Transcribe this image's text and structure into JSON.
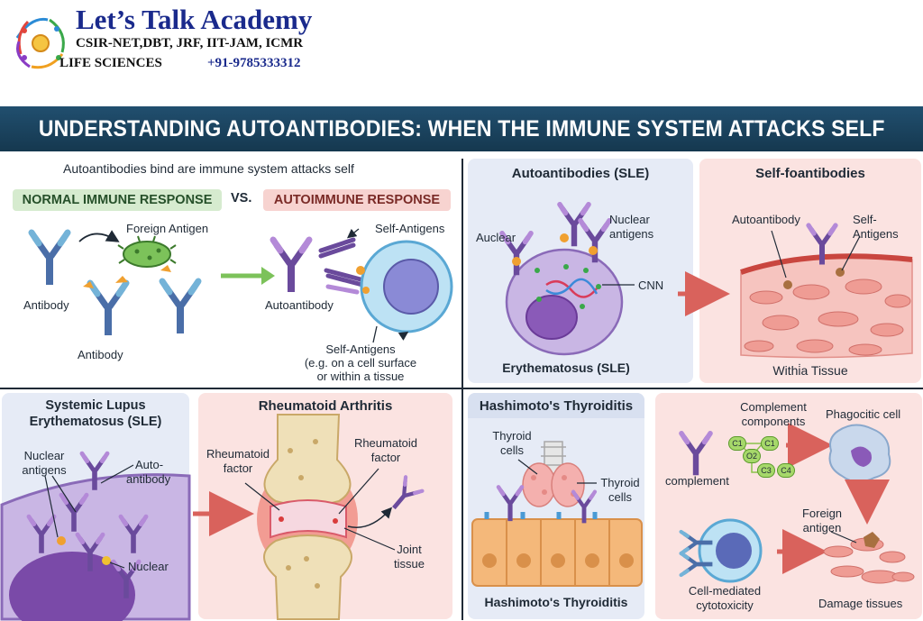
{
  "header": {
    "title": "Let’s Talk Academy",
    "subtitle": "CSIR-NET,DBT, JRF, IIT-JAM, ICMR",
    "life": "LIFE SCIENCES",
    "phone": "+91-9785333312"
  },
  "banner": "UNDERSTANDING AUTOANTIBODIES: WHEN THE IMMUNE SYSTEM ATTACKS SELF",
  "intro": {
    "caption": "Autoantibodies bind are immune system  attacks self",
    "normal_pill": "NORMAL IMMUNE RESPONSE",
    "vs": "VS.",
    "auto_pill": "AUTOIMMUNE RESPONSE",
    "foreign_antigen": "Foreign Antigen",
    "antibody_left": "Antibody",
    "antibody_bottom": "Antibody",
    "autoantibody": "Autoantibody",
    "self_antigens_top": "Self-Antigens",
    "self_antigens_bottom_1": "Self-Antigens",
    "self_antigens_bottom_2": "(e.g. on a cell surface",
    "self_antigens_bottom_3": "or within a tissue"
  },
  "sle_top": {
    "title": "Autoantibodies (SLE)",
    "auclear": "Auclear",
    "nuclear_1": "Nuclear",
    "nuclear_2": "antigens",
    "cnn": "CNN",
    "footer": "Erythematosus (SLE)"
  },
  "self_fo": {
    "title": "Self-foantibodies",
    "autoantibody": "Autoantibody",
    "self_1": "Self-",
    "self_2": "Antigens",
    "footer": "Withi̇a Tissue"
  },
  "sle_bottom": {
    "title_1": "Systemic Lupus",
    "title_2": "Erythematosus (SLE)",
    "nuclear_1": "Nuclear",
    "nuclear_2": "antigens",
    "auto_1": "Auto-",
    "auto_2": "antibody",
    "nuclear_label": "Nuclear"
  },
  "ra": {
    "title": "Rheumatoid Arthritis",
    "rf_left_1": "Rheumatoid",
    "rf_left_2": "factor",
    "rf_right_1": "Rheumatoid",
    "rf_right_2": "factor",
    "joint_1": "Joint",
    "joint_2": "tissue"
  },
  "hashimoto": {
    "title": "Hashimoto's Thyroiditis",
    "thyroid_left_1": "Thyroid",
    "thyroid_left_2": "cells",
    "thyroid_right_1": "Thyroid",
    "thyroid_right_2": "cells",
    "footer": "Hashimoto's Thyroiditis"
  },
  "mechanisms": {
    "complement_components_1": "Complement",
    "complement_components_2": "components",
    "phagocitic": "Phagocitic cell",
    "complement": "complement",
    "c1a": "C1",
    "c1b": "C1",
    "o2": "O2",
    "c3": "C3",
    "c4": "C4",
    "foreign_1": "Foreign",
    "foreign_2": "antigen",
    "cell_mediated_1": "Cell-mediated",
    "cell_mediated_2": "cytotoxicity",
    "damage": "Damage tissues"
  },
  "colors": {
    "banner": "#1b4460",
    "normal_pill": "#d6ebcf",
    "auto_pill": "#f7d3d0",
    "panel_blue": "#e6ebf6",
    "panel_pink": "#fbe3e1",
    "arrow": "#d9625c"
  }
}
